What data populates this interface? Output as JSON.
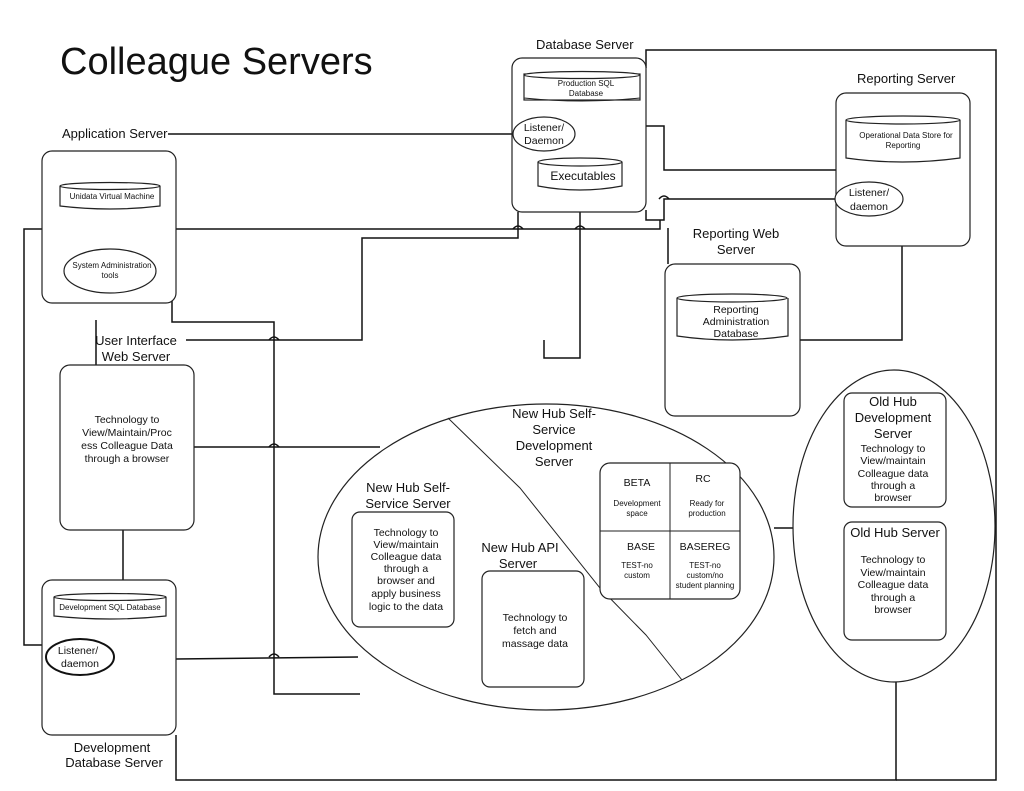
{
  "title": "Colleague Servers",
  "database_server": {
    "label": "Database Server",
    "production_db": [
      "Production SQL",
      "Database"
    ],
    "listener": [
      "Listener/",
      "Daemon"
    ],
    "executables": "Executables"
  },
  "reporting_server": {
    "label": "Reporting Server",
    "ods": [
      "Operational Data Store for",
      "Reporting"
    ],
    "listener": [
      "Listener/",
      "daemon"
    ]
  },
  "application_server": {
    "label": "Application Server",
    "unidata": "Unidata Virtual Machine",
    "sys_admin": [
      "System Administration",
      "tools"
    ]
  },
  "reporting_web_server": {
    "label": [
      "Reporting Web",
      "Server"
    ],
    "db": [
      "Reporting",
      "Administration",
      "Database"
    ]
  },
  "ui_web_server": {
    "label": [
      "User Interface",
      "Web Server"
    ],
    "text": [
      "Technology to",
      "View/Maintain/Proc",
      "ess Colleague Data",
      "through a browser"
    ]
  },
  "new_hub_dev": {
    "label": [
      "New Hub Self-",
      "Service",
      "Development",
      "Server"
    ],
    "cells": [
      {
        "name": "BETA",
        "desc": [
          "Development",
          "space"
        ]
      },
      {
        "name": "RC",
        "desc": [
          "Ready for",
          "production"
        ]
      },
      {
        "name": "BASE",
        "desc": [
          "TEST-no",
          "custom"
        ]
      },
      {
        "name": "BASEREG",
        "desc": [
          "TEST-no",
          "custom/no",
          "student planning"
        ]
      }
    ]
  },
  "new_hub_ss": {
    "label": [
      "New Hub Self-",
      "Service Server"
    ],
    "text": [
      "Technology to",
      "View/maintain",
      "Colleague data",
      "through a",
      "browser and",
      "apply business",
      "logic to the data"
    ]
  },
  "new_hub_api": {
    "label": [
      "New Hub API",
      "Server"
    ],
    "text": [
      "Technology to",
      "fetch and",
      "massage data"
    ]
  },
  "old_hub_dev": {
    "label": [
      "Old Hub",
      "Development",
      "Server"
    ],
    "text": [
      "Technology to",
      "View/maintain",
      "Colleague data",
      "through a",
      "browser"
    ]
  },
  "old_hub": {
    "label": "Old Hub Server",
    "text": [
      "Technology to",
      "View/maintain",
      "Colleague data",
      "through a",
      "browser"
    ]
  },
  "dev_db_server": {
    "label": [
      "Development",
      "Database Server"
    ],
    "db": "Development SQL Database",
    "listener": [
      "Listener/",
      "daemon"
    ]
  }
}
